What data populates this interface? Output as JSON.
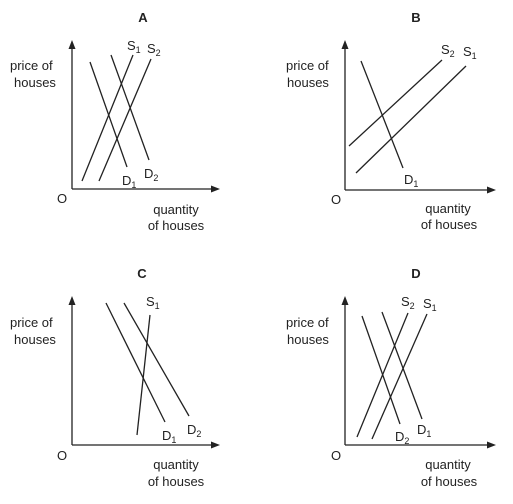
{
  "common": {
    "y_axis_line1": "price of",
    "y_axis_line2": "houses",
    "x_axis_line1": "quantity",
    "x_axis_line2": "of houses",
    "origin": "O"
  },
  "panels": {
    "A": {
      "letter": "A",
      "d1": {
        "main": "D",
        "sub": "1"
      },
      "d2": {
        "main": "D",
        "sub": "2"
      },
      "s1": {
        "main": "S",
        "sub": "1"
      },
      "s2": {
        "main": "S",
        "sub": "2"
      }
    },
    "B": {
      "letter": "B",
      "d1": {
        "main": "D",
        "sub": "1"
      },
      "s1": {
        "main": "S",
        "sub": "1"
      },
      "s2": {
        "main": "S",
        "sub": "2"
      }
    },
    "C": {
      "letter": "C",
      "d1": {
        "main": "D",
        "sub": "1"
      },
      "d2": {
        "main": "D",
        "sub": "2"
      },
      "s1": {
        "main": "S",
        "sub": "1"
      }
    },
    "D": {
      "letter": "D",
      "d1": {
        "main": "D",
        "sub": "1"
      },
      "d2": {
        "main": "D",
        "sub": "2"
      },
      "s1": {
        "main": "S",
        "sub": "1"
      },
      "s2": {
        "main": "S",
        "sub": "2"
      }
    }
  }
}
